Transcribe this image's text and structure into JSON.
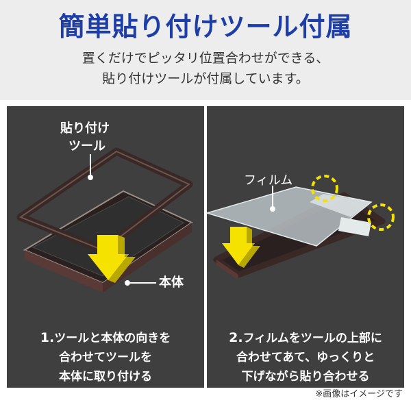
{
  "header": {
    "title": "簡単貼り付けツール付属",
    "description_line1": "置くだけでピッタリ位置合わせができる、",
    "description_line2": "貼り付けツールが付属しています。"
  },
  "panels": {
    "left": {
      "callout_tool_line1": "貼り付け",
      "callout_tool_line2": "ツール",
      "callout_body": "本体",
      "step_number": "1.",
      "step_line1": "ツールと本体の向きを",
      "step_line2": "合わせてツールを",
      "step_line3": "本体に取り付ける"
    },
    "right": {
      "callout_film": "フィルム",
      "step_number": "2.",
      "step_line1": "フィルムをツールの上部に",
      "step_line2": "合わせてあて、ゆっくりと",
      "step_line3": "下げながら貼り合わせる"
    }
  },
  "footnote": "※画像はイメージです",
  "colors": {
    "title": "#1d3ea8",
    "panel_bg": "#3f3f3f",
    "arrow": "#f5e200",
    "frame": "#3a2826",
    "header_bg": "#ededed"
  }
}
